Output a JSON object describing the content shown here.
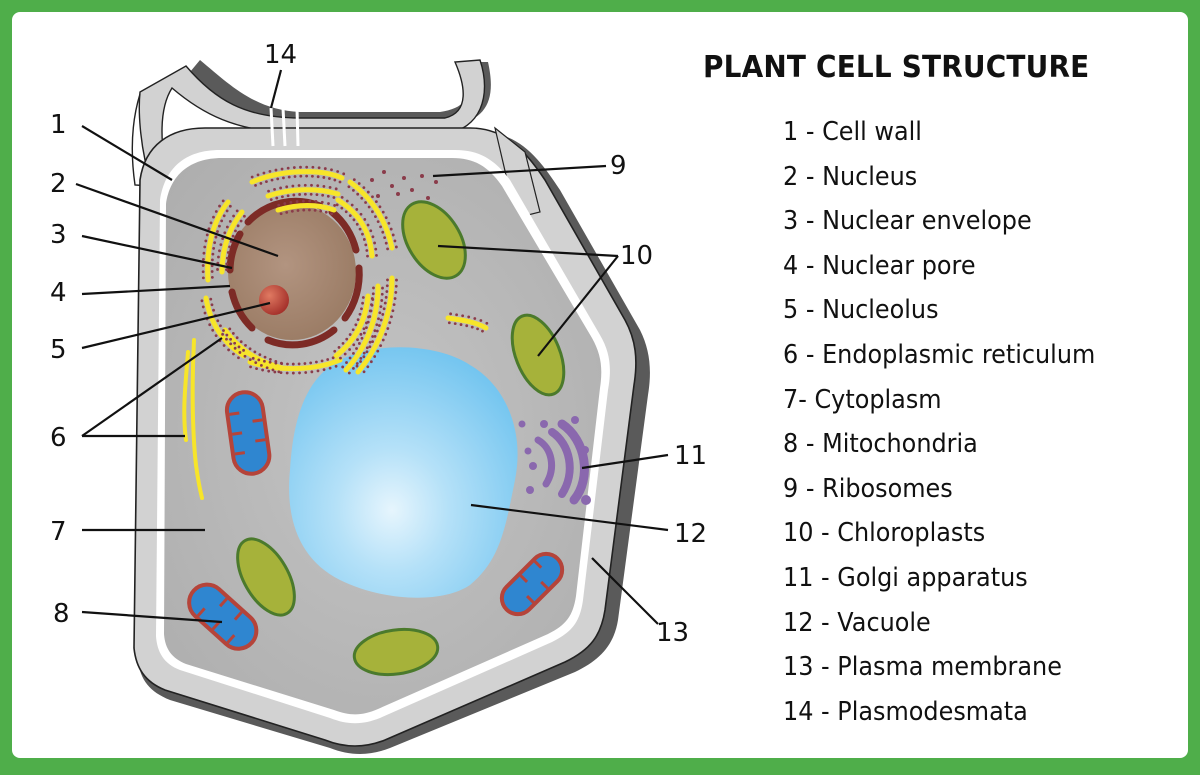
{
  "title": "PLANT CELL STRUCTURE",
  "colors": {
    "frame": "#4fae4a",
    "cell_wall_light": "#d2d2d2",
    "cell_wall_dark": "#5a5a5a",
    "cytoplasm": "#b9b9b9",
    "nucleus": "#a5866e",
    "nuclear_envelope": "#7d2b26",
    "nucleolus": "#b0382c",
    "er": "#f7e52a",
    "ribosome": "#8a3b4a",
    "chloroplast_fill": "#a6b23a",
    "chloroplast_border": "#4b7a2c",
    "mitochondria_fill": "#2f86d0",
    "mitochondria_border": "#b5443a",
    "golgi": "#8a68ae",
    "vacuole": "#8fd0f2"
  },
  "legend": [
    {
      "number": "1",
      "sep": " - ",
      "name": "Cell wall"
    },
    {
      "number": "2",
      "sep": " - ",
      "name": "Nucleus"
    },
    {
      "number": "3",
      "sep": " - ",
      "name": "Nuclear envelope"
    },
    {
      "number": "4",
      "sep": " - ",
      "name": "Nuclear pore"
    },
    {
      "number": "5",
      "sep": " - ",
      "name": "Nucleolus"
    },
    {
      "number": "6",
      "sep": " - ",
      "name": "Endoplasmic reticulum"
    },
    {
      "number": "7",
      "sep": "- ",
      "name": "Cytoplasm"
    },
    {
      "number": "8",
      "sep": " - ",
      "name": "Mitochondria"
    },
    {
      "number": "9",
      "sep": " - ",
      "name": "Ribosomes"
    },
    {
      "number": "10",
      "sep": " - ",
      "name": "Chloroplasts"
    },
    {
      "number": "11",
      "sep": " - ",
      "name": "Golgi apparatus"
    },
    {
      "number": "12",
      "sep": " - ",
      "name": "Vacuole"
    },
    {
      "number": "13",
      "sep": " - ",
      "name": "Plasma membrane"
    },
    {
      "number": "14",
      "sep": " - ",
      "name": "Plasmodesmata"
    }
  ],
  "callouts": {
    "c1": "1",
    "c2": "2",
    "c3": "3",
    "c4": "4",
    "c5": "5",
    "c6": "6",
    "c7": "7",
    "c8": "8",
    "c9": "9",
    "c10": "10",
    "c11": "11",
    "c12": "12",
    "c13": "13",
    "c14": "14"
  }
}
